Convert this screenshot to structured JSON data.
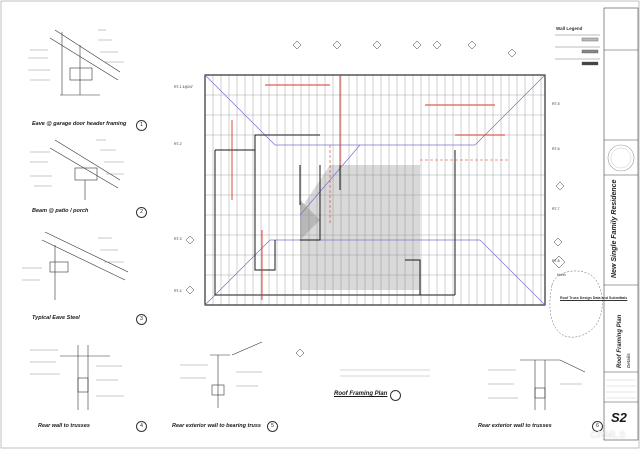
{
  "details": [
    {
      "caption": "Eave @ garage door header framing",
      "num": "1"
    },
    {
      "caption": "Beam @ patio / porch",
      "num": "2"
    },
    {
      "caption": "Typical Eave Steel",
      "num": "3"
    }
  ],
  "bottom_details": [
    {
      "caption": "Rear wall to trusses",
      "num": "4"
    },
    {
      "caption": "Rear exterior wall to bearing truss",
      "num": "5"
    },
    {
      "caption": "Rear exterior wall to trusses",
      "num": "6"
    }
  ],
  "plan": {
    "title": "Roof Framing Plan",
    "legend_title": "Wall Legend",
    "note_title": "Roof Truss Design Data and Submittals",
    "accent_color": "#d9362b"
  },
  "title_block": {
    "project": "New Single Family Residence",
    "sheet_title": "Roof Framing Plan",
    "sheet_subtitle": "Details",
    "sheet_number": "S2"
  },
  "watermark": "CRMLS"
}
